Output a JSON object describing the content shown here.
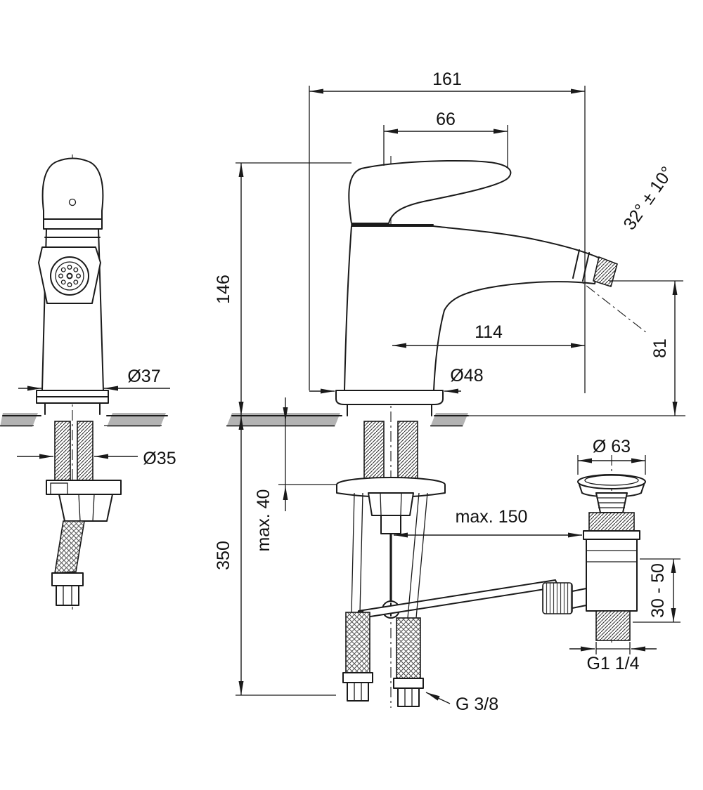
{
  "drawing": {
    "subject": "single-lever bidet mixer with pop-up waste, dimensioned technical drawing",
    "dims": {
      "overall_depth": "161",
      "handle_length": "66",
      "height": "146",
      "spout_angle": "32° ± 10°",
      "spout_reach": "114",
      "base_diameter": "Ø48",
      "outlet_height": "81",
      "deck_max": "max. 40",
      "hose_length": "350",
      "rod_reach": "max. 150",
      "side_body_diameter": "Ø37",
      "shank_diameter": "Ø35",
      "waste_cap_diameter": "Ø 63",
      "waste_adjust": "30 - 50",
      "waste_thread": "G1 1/4",
      "supply_thread": "G 3/8"
    }
  }
}
